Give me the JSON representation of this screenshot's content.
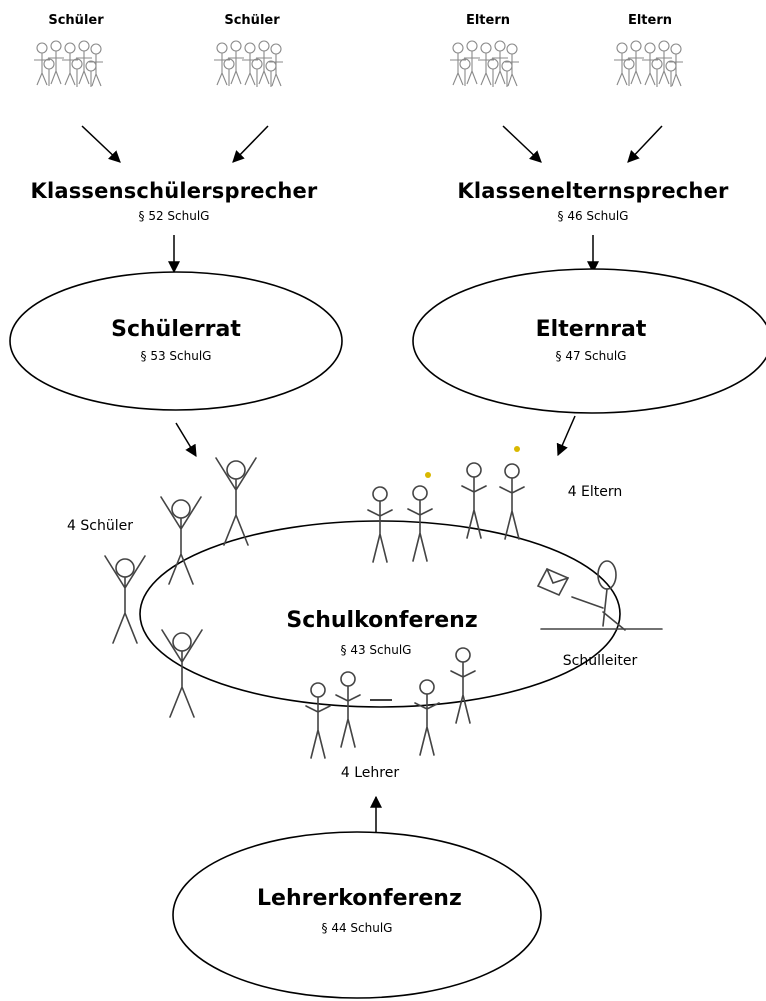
{
  "diagram": {
    "groups": {
      "schueler_a": "Schüler",
      "schueler_b": "Schüler",
      "eltern_a": "Eltern",
      "eltern_b": "Eltern"
    },
    "class_schueler": {
      "title": "Klassenschülersprecher",
      "law": "§ 52 SchulG"
    },
    "class_eltern": {
      "title": "Klassenelternsprecher",
      "law": "§ 46 SchulG"
    },
    "schuelerrat": {
      "title": "Schülerrat",
      "law": "§ 53 SchulG"
    },
    "elternrat": {
      "title": "Elternrat",
      "law": "§ 47 SchulG"
    },
    "schulkonferenz": {
      "title": "Schulkonferenz",
      "law": "§ 43 SchulG"
    },
    "members": {
      "schueler": "4 Schüler",
      "eltern": "4 Eltern",
      "schulleiter": "Schulleiter",
      "lehrer": "4 Lehrer"
    },
    "lehrerkonferenz": {
      "title": "Lehrerkonferenz",
      "law": "§ 44 SchulG"
    }
  }
}
